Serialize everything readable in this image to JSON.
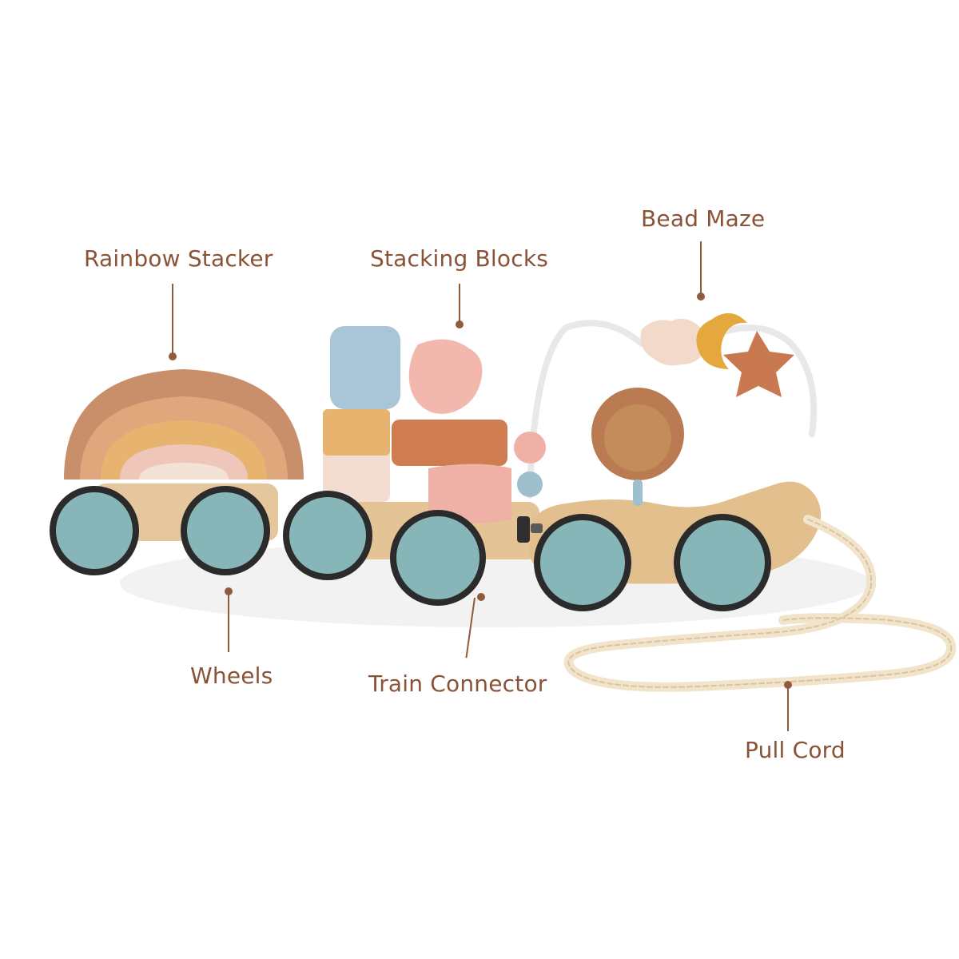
{
  "callouts": {
    "rainbow_stacker": "Rainbow Stacker",
    "stacking_blocks": "Stacking Blocks",
    "bead_maze": "Bead Maze",
    "wheels": "Wheels",
    "train_connector": "Train Connector",
    "pull_cord": "Pull Cord"
  },
  "colors": {
    "label_text": "#8a5236",
    "leader_line": "#8f5b3d",
    "wheel": "#86b6b8",
    "wood": "#e8c89b",
    "rainbow_outer": "#c98e6a",
    "rainbow_mid": "#e6b46f",
    "rainbow_inner": "#efc4b6"
  }
}
